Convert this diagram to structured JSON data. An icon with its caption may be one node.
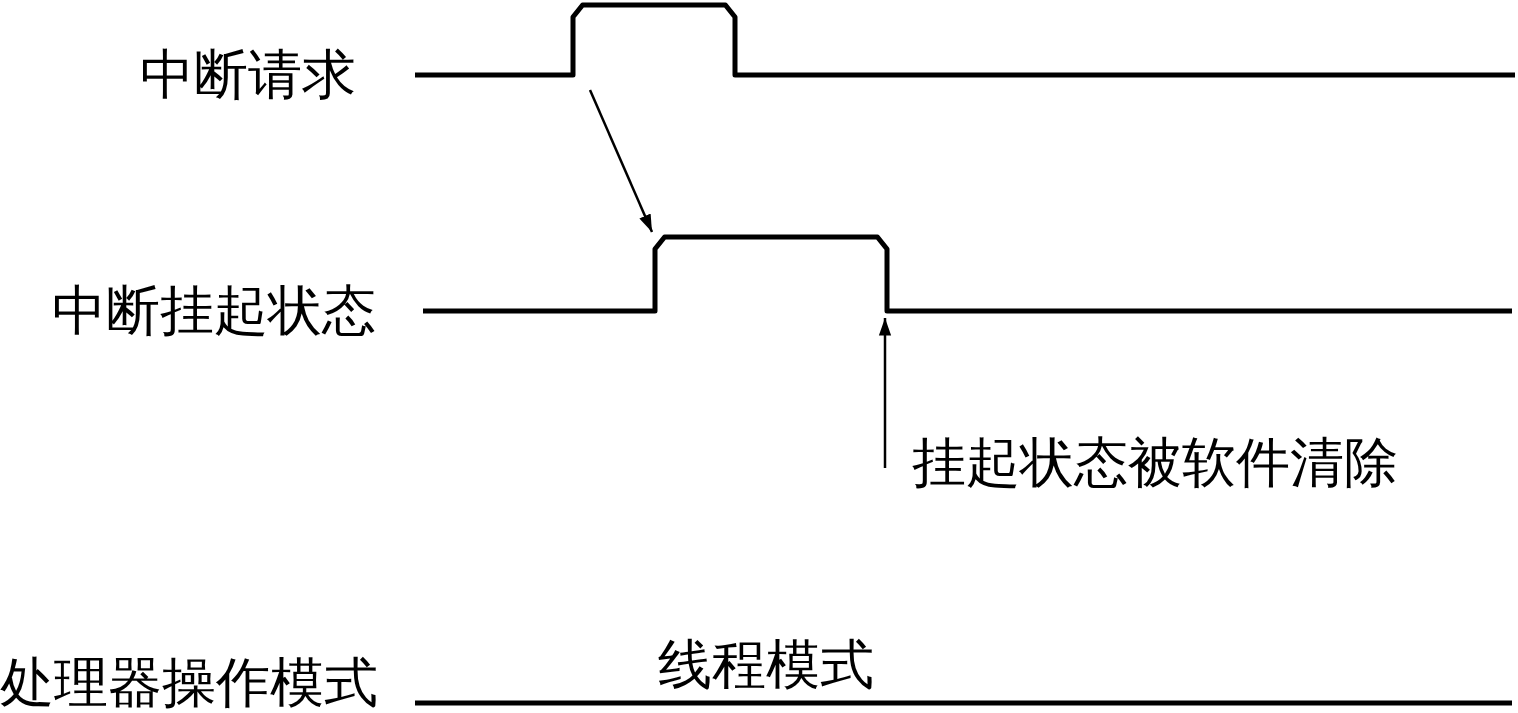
{
  "diagram": {
    "nodes": [
      {
        "text": [],
        "shape": "waveform",
        "beside": [
          "中断请求"
        ]
      },
      {
        "text": [],
        "shape": "waveform",
        "beside": [
          "中断挂起状态"
        ]
      },
      {
        "text": [
          "挂起状态被软件清除"
        ]
      }
    ],
    "edges": [
      {
        "from": 0,
        "to": 1,
        "arrow": "to"
      },
      {
        "from": 2,
        "to": 1,
        "arrow": "to"
      }
    ],
    "labels": [
      "处理器操作模式",
      "线程模式"
    ]
  }
}
